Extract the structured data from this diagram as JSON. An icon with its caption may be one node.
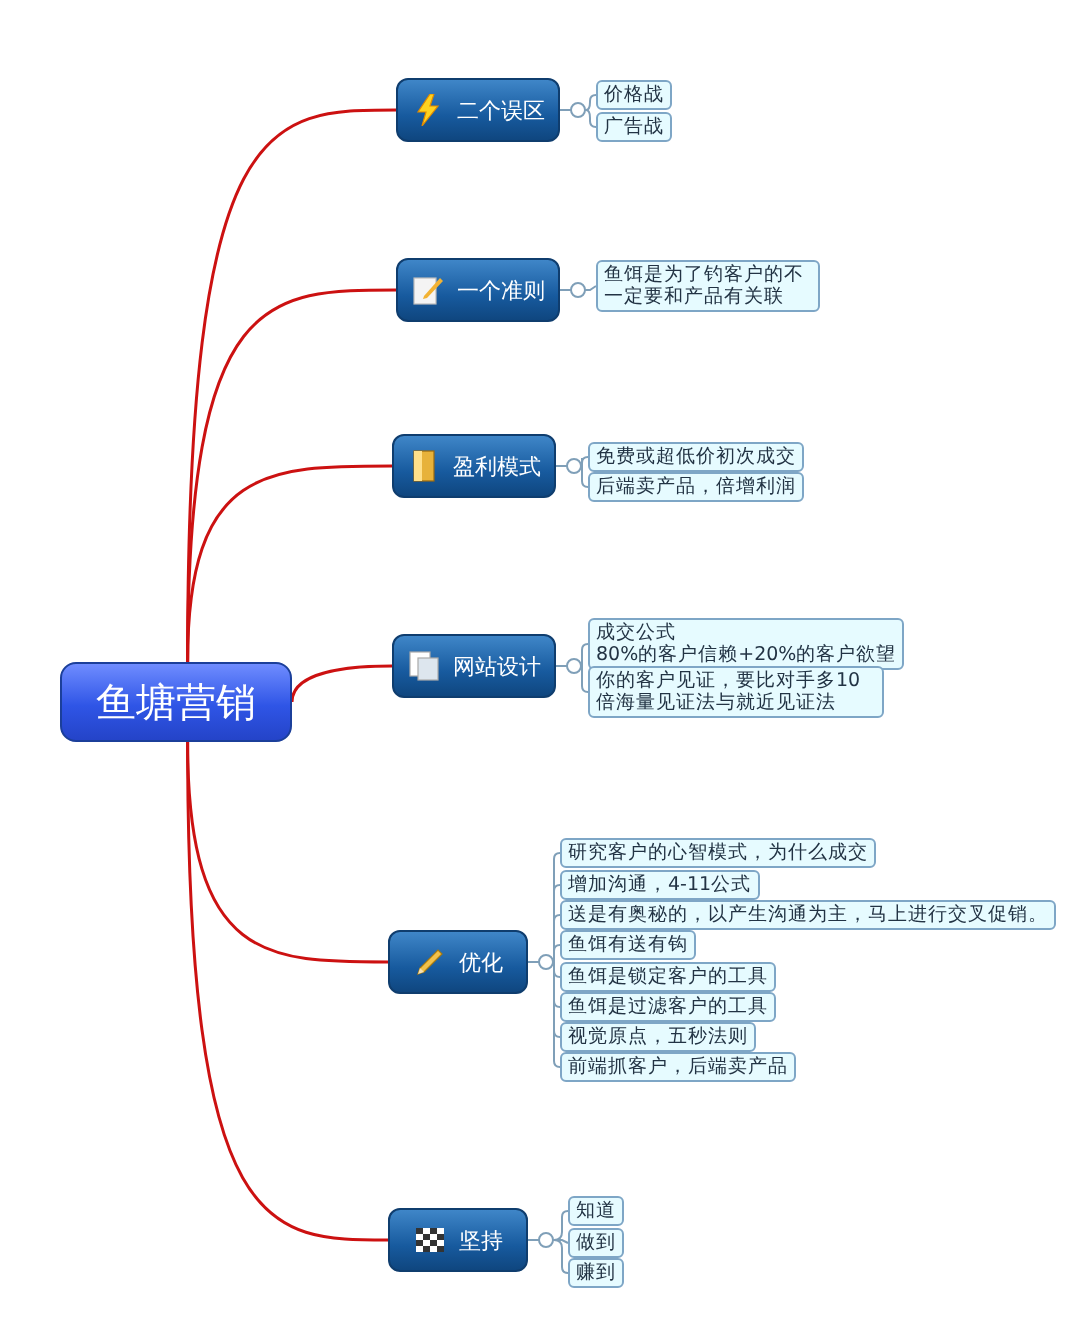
{
  "diagram": {
    "nodes": [
      {
        "text": [
          "鱼塘营销"
        ]
      },
      {
        "text": [
          "二个误区"
        ]
      },
      {
        "text": [
          "价格战"
        ]
      },
      {
        "text": [
          "广告战"
        ]
      },
      {
        "text": [
          "一个准则"
        ]
      },
      {
        "text": [
          "鱼饵是为了钓客户的不一定要和产品有关联"
        ]
      },
      {
        "text": [
          "盈利模式"
        ]
      },
      {
        "text": [
          "免费或超低价初次成交"
        ]
      },
      {
        "text": [
          "后端卖产品，倍增利润"
        ]
      },
      {
        "text": [
          "网站设计"
        ]
      },
      {
        "text": [
          "成交公式",
          "80%的客户信赖+20%的客户欲望"
        ]
      },
      {
        "text": [
          "你的客户见证，要比对手多10倍海量见证法与就近见证法"
        ]
      },
      {
        "text": [
          "优化"
        ]
      },
      {
        "text": [
          "研究客户的心智模式，为什么成交"
        ]
      },
      {
        "text": [
          "增加沟通，4-11公式"
        ]
      },
      {
        "text": [
          "送是有奥秘的，以产生沟通为主，马上进行交叉促销。"
        ]
      },
      {
        "text": [
          "鱼饵有送有钩"
        ]
      },
      {
        "text": [
          "鱼饵是锁定客户的工具"
        ]
      },
      {
        "text": [
          "鱼饵是过滤客户的工具"
        ]
      },
      {
        "text": [
          "视觉原点，五秒法则"
        ]
      },
      {
        "text": [
          "前端抓客户，后端卖产品"
        ]
      },
      {
        "text": [
          "坚持"
        ]
      },
      {
        "text": [
          "知道"
        ]
      },
      {
        "text": [
          "做到"
        ]
      },
      {
        "text": [
          "赚到"
        ]
      }
    ],
    "edges": [
      {
        "from": 0,
        "to": 1,
        "arrow": "none",
        "color": "#cc1111"
      },
      {
        "from": 0,
        "to": 4,
        "arrow": "none",
        "color": "#cc1111"
      },
      {
        "from": 0,
        "to": 6,
        "arrow": "none",
        "color": "#cc1111"
      },
      {
        "from": 0,
        "to": 9,
        "arrow": "none",
        "color": "#cc1111"
      },
      {
        "from": 0,
        "to": 12,
        "arrow": "none",
        "color": "#cc1111"
      },
      {
        "from": 0,
        "to": 21,
        "arrow": "none",
        "color": "#cc1111"
      },
      {
        "from": 1,
        "to": 2,
        "arrow": "none"
      },
      {
        "from": 1,
        "to": 3,
        "arrow": "none"
      },
      {
        "from": 4,
        "to": 5,
        "arrow": "none"
      },
      {
        "from": 6,
        "to": 7,
        "arrow": "none"
      },
      {
        "from": 6,
        "to": 8,
        "arrow": "none"
      },
      {
        "from": 9,
        "to": 10,
        "arrow": "none"
      },
      {
        "from": 9,
        "to": 11,
        "arrow": "none"
      },
      {
        "from": 12,
        "to": 13,
        "arrow": "none"
      },
      {
        "from": 12,
        "to": 14,
        "arrow": "none"
      },
      {
        "from": 12,
        "to": 15,
        "arrow": "none"
      },
      {
        "from": 12,
        "to": 16,
        "arrow": "none"
      },
      {
        "from": 12,
        "to": 17,
        "arrow": "none"
      },
      {
        "from": 12,
        "to": 18,
        "arrow": "none"
      },
      {
        "from": 12,
        "to": 19,
        "arrow": "none"
      },
      {
        "from": 12,
        "to": 20,
        "arrow": "none"
      },
      {
        "from": 21,
        "to": 22,
        "arrow": "none"
      },
      {
        "from": 21,
        "to": 23,
        "arrow": "none"
      },
      {
        "from": 21,
        "to": 24,
        "arrow": "none"
      }
    ]
  }
}
